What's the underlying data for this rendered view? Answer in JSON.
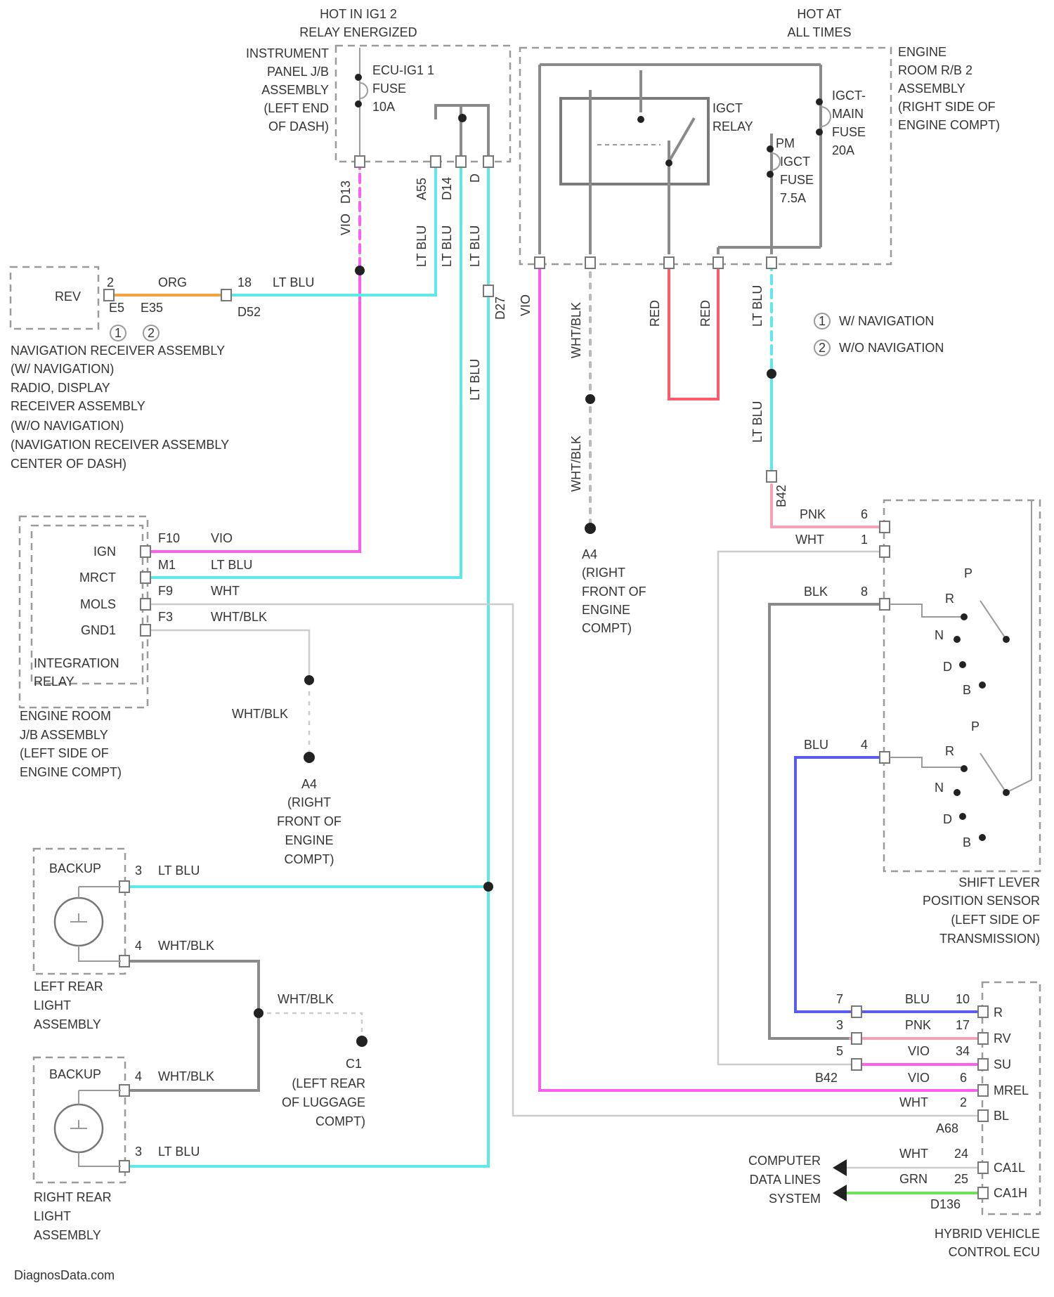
{
  "labels": {
    "hot_ig": [
      "HOT IN IG1 2",
      "RELAY ENERGIZED"
    ],
    "hot_all": [
      "HOT AT",
      "ALL TIMES"
    ],
    "ipjb": [
      "INSTRUMENT",
      "PANEL J/B",
      "ASSEMBLY",
      "(LEFT END",
      "OF DASH)"
    ],
    "ecuig": [
      "ECU-IG1 1",
      "FUSE",
      "10A"
    ],
    "erjb2": [
      "ENGINE",
      "ROOM R/B 2",
      "ASSEMBLY",
      "(RIGHT SIDE OF",
      "ENGINE COMPT)"
    ],
    "iggt": [
      "IGCT",
      "RELAY"
    ],
    "igct_main": [
      "IGCT-",
      "MAIN",
      "FUSE",
      "20A"
    ],
    "pm_igct": [
      "PM",
      "IGCT",
      "FUSE",
      "7.5A"
    ],
    "rev": "REV",
    "rev_pins": [
      "2",
      "E5",
      "E35"
    ],
    "rev_wire": [
      "ORG",
      "18",
      "LT BLU",
      "D52"
    ],
    "nav": [
      "NAVIGATION RECEIVER ASSEMBLY",
      "(W/ NAVIGATION)",
      "RADIO, DISPLAY",
      "RECEIVER ASSEMBLY",
      "(W/O NAVIGATION)",
      "(NAVIGATION RECEIVER ASSEMBLY",
      "CENTER OF DASH)"
    ],
    "legend": [
      "W/ NAVIGATION",
      "W/O NAVIGATION"
    ],
    "legend_marks": [
      "1",
      "2"
    ],
    "integ_pins": [
      "IGN",
      "MRCT",
      "MOLS",
      "GND1"
    ],
    "integ_conn": [
      "F10",
      "M1",
      "F9",
      "F3"
    ],
    "integ_wires": [
      "VIO",
      "LT BLU",
      "WHT",
      "WHT/BLK"
    ],
    "integ_name": [
      "INTEGRATION",
      "RELAY"
    ],
    "erjb": [
      "ENGINE ROOM",
      "J/B ASSEMBLY",
      "(LEFT SIDE OF",
      "ENGINE COMPT)"
    ],
    "ground_wire": "WHT/BLK",
    "a4": [
      "A4",
      "(RIGHT",
      "FRONT OF",
      "ENGINE",
      "COMPT)"
    ],
    "vert_wires": [
      "VIO",
      "D13",
      "A55",
      "LT BLU",
      "D14",
      "LT BLU",
      "D",
      "LT BLU",
      "LT BLU",
      "D27",
      "VIO",
      "WHT/BLK",
      "RED",
      "RED",
      "LT BLU",
      "LT BLU",
      "B42",
      "WHT/BLK"
    ],
    "shift_wires": [
      "PNK",
      "6",
      "WHT",
      "1",
      "BLK",
      "8",
      "BLU",
      "4"
    ],
    "shift_positions": [
      "P",
      "R",
      "N",
      "D",
      "B",
      "P",
      "R",
      "N",
      "D",
      "B"
    ],
    "shift_name": [
      "SHIFT LEVER",
      "POSITION SENSOR",
      "(LEFT SIDE OF",
      "TRANSMISSION)"
    ],
    "backup": "BACKUP",
    "lamp_wires": [
      "3",
      "LT BLU",
      "4",
      "WHT/BLK",
      "4",
      "WHT/BLK",
      "3",
      "LT BLU"
    ],
    "left_lamp": [
      "LEFT REAR",
      "LIGHT",
      "ASSEMBLY"
    ],
    "right_lamp": [
      "RIGHT REAR",
      "LIGHT",
      "ASSEMBLY"
    ],
    "c1_wire": "WHT/BLK",
    "c1": [
      "C1",
      "(LEFT REAR",
      "OF LUGGAGE",
      "COMPT)"
    ],
    "ecu_rows": [
      {
        "pin": "7",
        "wire": "BLU",
        "num": "10",
        "term": "R"
      },
      {
        "pin": "3",
        "wire": "PNK",
        "num": "17",
        "term": "RV"
      },
      {
        "pin": "5",
        "wire": "VIO",
        "num": "34",
        "term": "SU"
      },
      {
        "pin": "B42",
        "wire": "VIO",
        "num": "6",
        "term": "MREL"
      },
      {
        "pin": "",
        "wire": "WHT",
        "num": "2",
        "term": "BL"
      }
    ],
    "ecu_conn": "A68",
    "cdl": [
      "COMPUTER",
      "DATA LINES",
      "SYSTEM"
    ],
    "can_rows": [
      {
        "wire": "WHT",
        "num": "24",
        "term": "CA1L"
      },
      {
        "wire": "GRN",
        "num": "25",
        "term": "CA1H"
      }
    ],
    "can_conn": "D136",
    "ecu_name": [
      "HYBRID VEHICLE",
      "CONTROL ECU"
    ],
    "credit": "DiagnosData.com"
  },
  "colors": {
    "vio": "#ff5cf0",
    "ltblu": "#5fe8ea",
    "org": "#f2a340",
    "red": "#ff5a6a",
    "blu": "#5a5cf0",
    "pnk": "#f5a2b6",
    "grn": "#6fe05a",
    "wht": "#cccccc",
    "blk": "#8a8a8a"
  }
}
